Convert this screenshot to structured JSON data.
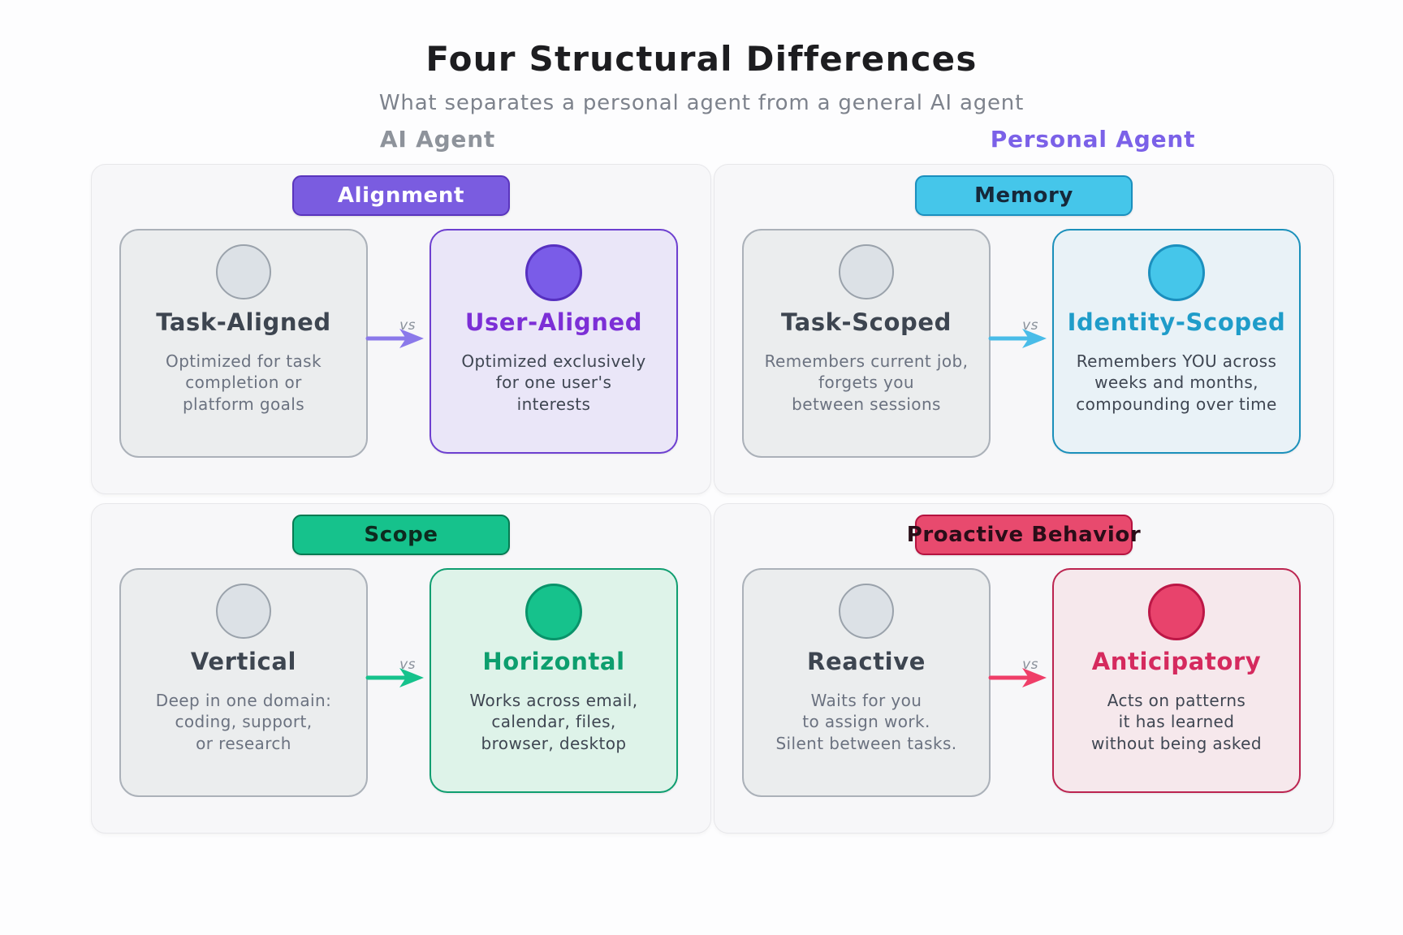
{
  "page": {
    "title": "Four Structural Differences",
    "subtitle": "What separates a personal agent from a general AI agent",
    "columns": {
      "left_label": "AI Agent",
      "right_label": "Personal Agent"
    }
  },
  "palette": {
    "ai_agent_label": "#8e939b",
    "personal_agent_label": "#7b61e8",
    "alignment_purple": "#7a5ce0",
    "memory_cyan": "#45c6ea",
    "scope_green": "#16c28c",
    "proactive_pink": "#e8436c",
    "gray_card_bg": "#ebedee",
    "panel_bg": "#f7f7f9"
  },
  "quadrants": [
    {
      "name": "alignment",
      "badge": "Alignment",
      "vs_label": "vs",
      "css_vars": "--badge-bg:#7a5ce0;--badge-border:#5a35bd;--badge-text:#ffffff;--arrow:#8b79ea;--circle:#7a5ce8;--circle-border:#5630c0;--card-bg:#eae6f8;--card-border:#6d3fd0;--card-title:#7c2fd6",
      "left_card": {
        "title": "Task-Aligned",
        "description": "Optimized for task\ncompletion or\nplatform goals"
      },
      "right_card": {
        "title": "User-Aligned",
        "description": "Optimized exclusively\nfor one user's\ninterests"
      }
    },
    {
      "name": "memory",
      "badge": "Memory",
      "vs_label": "vs",
      "css_vars": "--badge-bg:#45c6ea;--badge-border:#1b8fbe;--badge-text:#16283a;--arrow:#49bce8;--circle:#45c6ea;--circle-border:#1b8fbe;--card-bg:#e9f2f7;--card-border:#1b90bb;--card-title:#1f9cc9",
      "left_card": {
        "title": "Task-Scoped",
        "description": "Remembers current job,\nforgets you\nbetween sessions"
      },
      "right_card": {
        "title": "Identity-Scoped",
        "description": "Remembers YOU across\nweeks and months,\ncompounding over time"
      }
    },
    {
      "name": "scope",
      "badge": "Scope",
      "vs_label": "vs",
      "css_vars": "--badge-bg:#16c28c;--badge-border:#067a52;--badge-text:#0d2b1f;--arrow:#16c28c;--circle:#16c28c;--circle-border:#09936a;--card-bg:#def3e9;--card-border:#0f9e70;--card-title:#0d9e6e",
      "left_card": {
        "title": "Vertical",
        "description": "Deep in one domain:\ncoding, support,\nor research"
      },
      "right_card": {
        "title": "Horizontal",
        "description": "Works across email,\ncalendar, files,\nbrowser, desktop"
      }
    },
    {
      "name": "proactive-behavior",
      "badge": "Proactive Behavior",
      "vs_label": "vs",
      "css_vars": "--badge-bg:#e84a6e;--badge-border:#b5123f;--badge-text:#2a0d18;--arrow:#ef3e68;--circle:#e8436c;--circle-border:#bc1746;--card-bg:#f6e8ec;--card-border:#bc2450;--card-title:#d52a5e",
      "left_card": {
        "title": "Reactive",
        "description": "Waits for you\nto assign work.\nSilent between tasks."
      },
      "right_card": {
        "title": "Anticipatory",
        "description": "Acts on patterns\nit has learned\nwithout being asked"
      }
    }
  ]
}
